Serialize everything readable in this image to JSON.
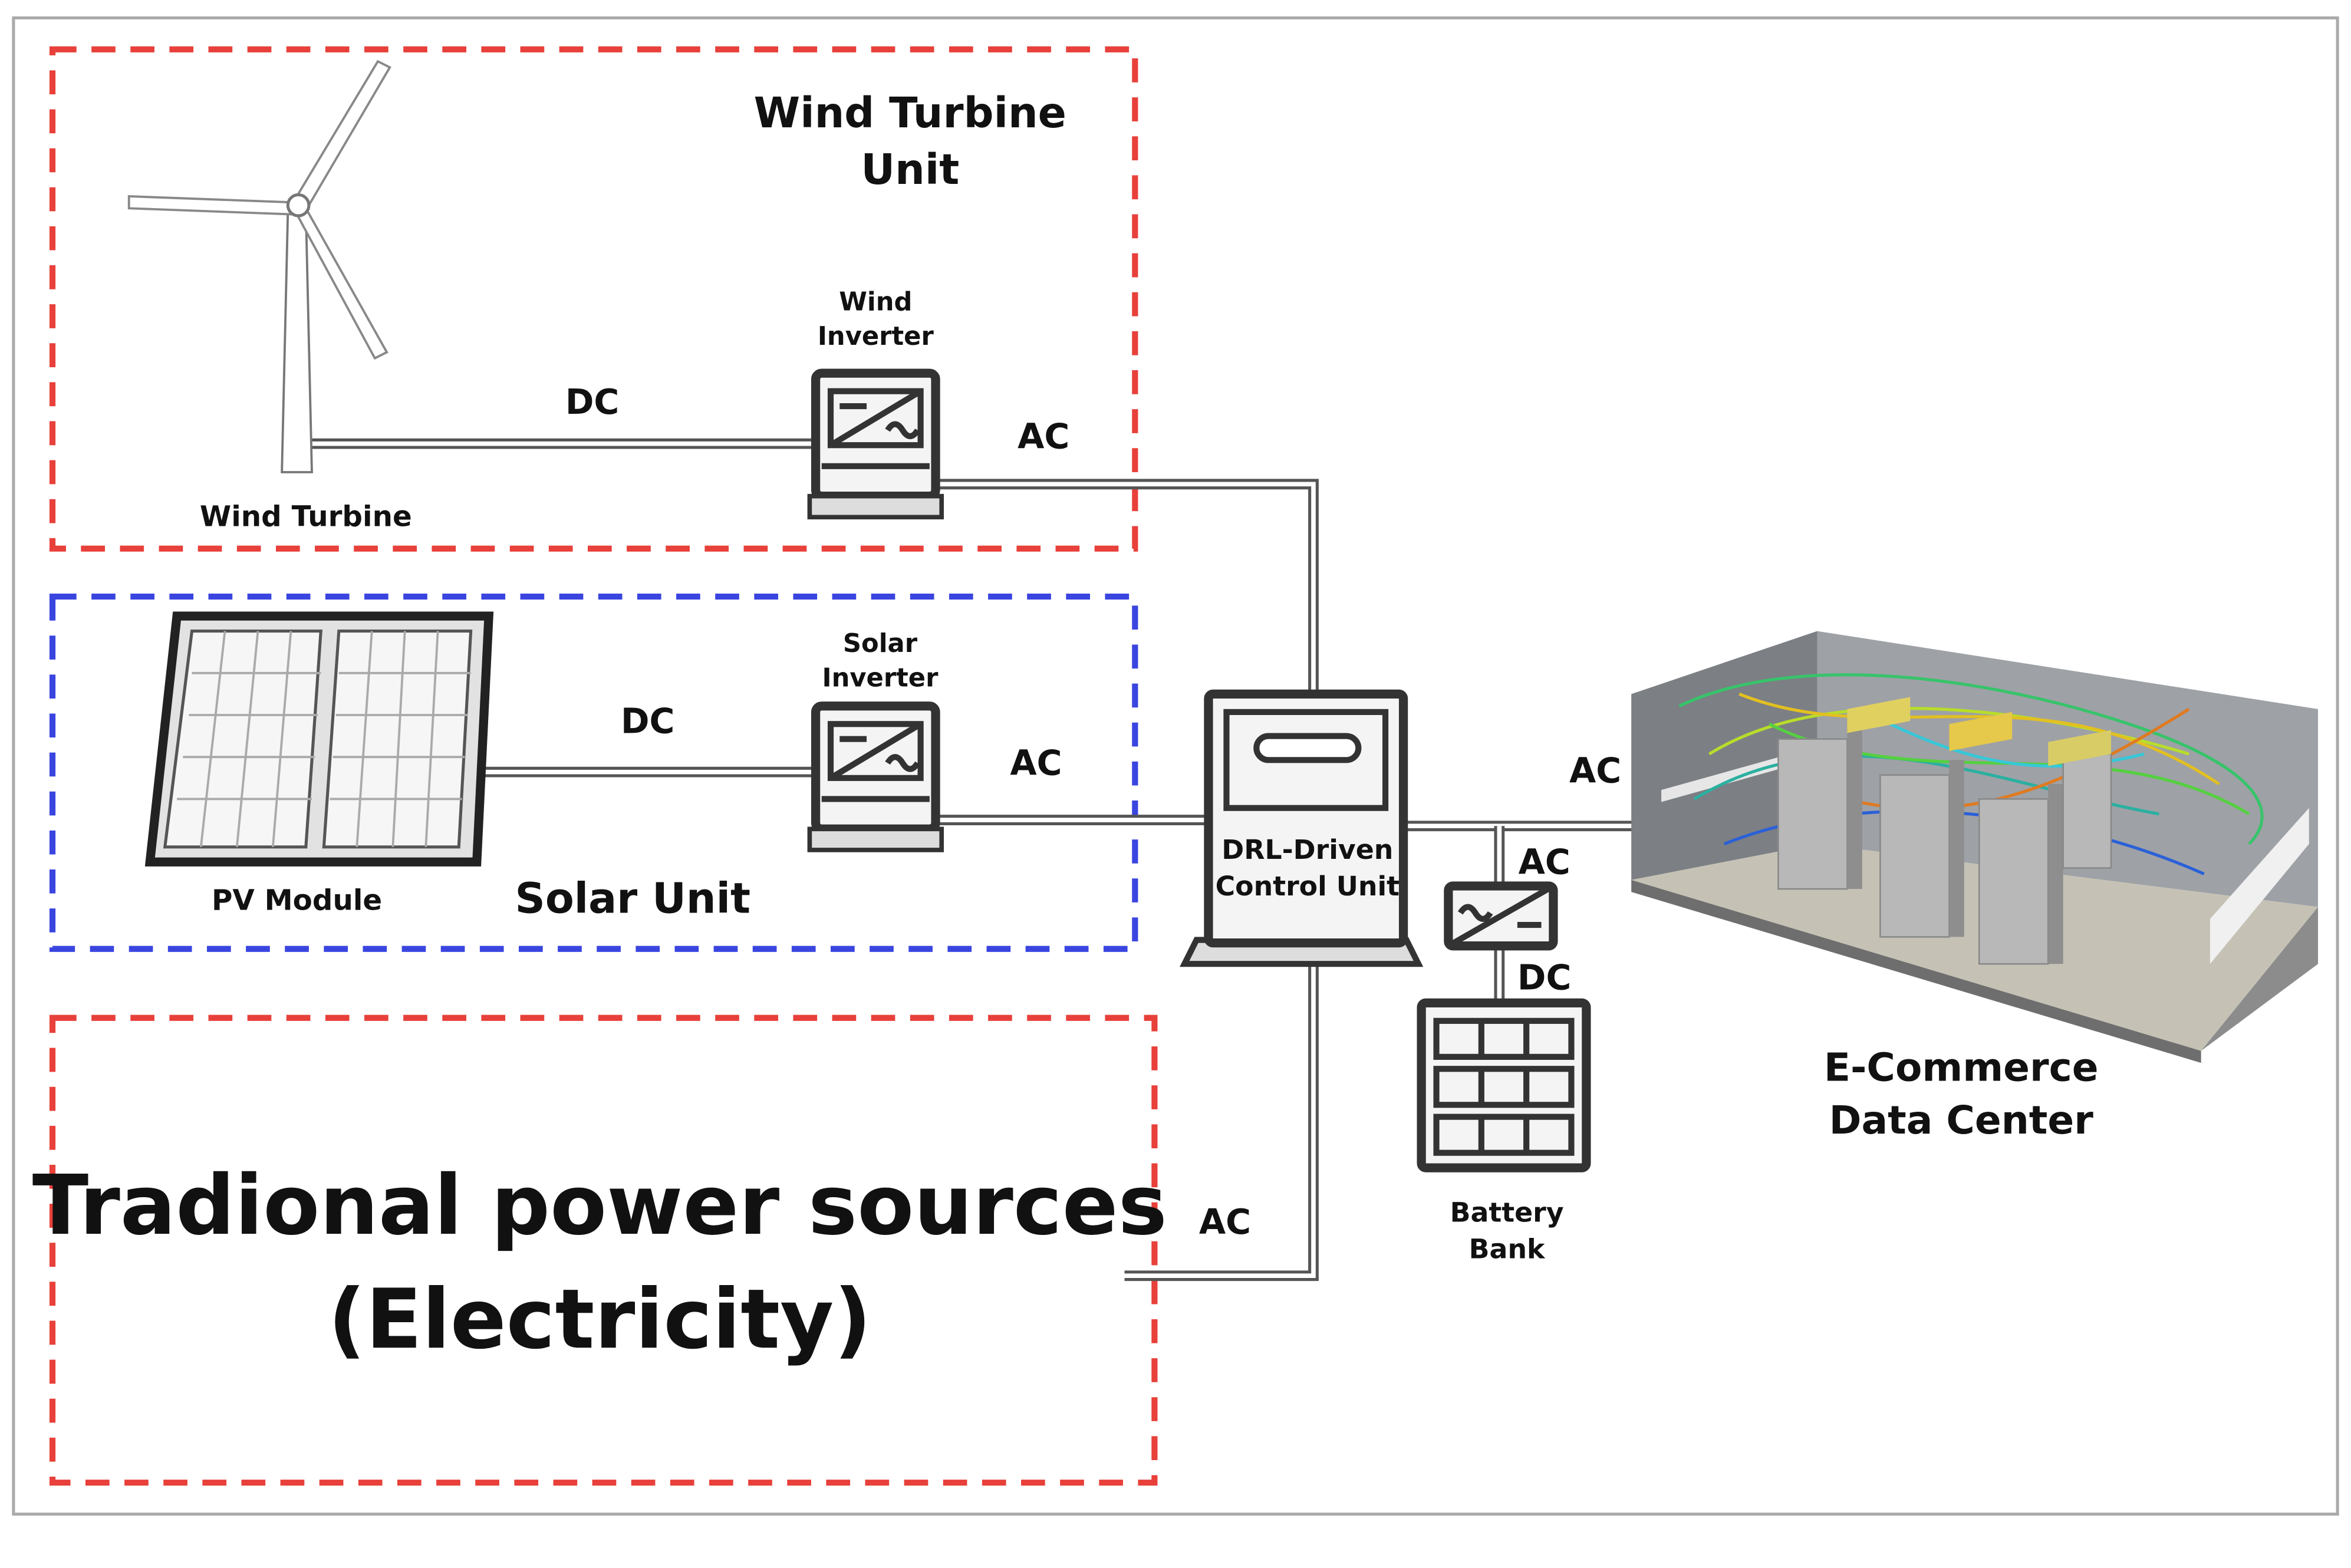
{
  "groups": {
    "wind_unit": "Wind Turbine\nUnit",
    "solar_unit": "Solar Unit",
    "traditional_line1": "Tradional power sources",
    "traditional_line2": "(Electricity)"
  },
  "components": {
    "wind_turbine": "Wind Turbine",
    "wind_inverter": "Wind\nInverter",
    "pv_module": "PV Module",
    "solar_inverter": "Solar\nInverter",
    "control_unit": "DRL-Driven\nControl Unit",
    "battery_bank": "Battery\nBank",
    "data_center": "E-Commerce\nData Center"
  },
  "links": {
    "turbine_to_inverter": "DC",
    "wind_inverter_out": "AC",
    "pv_to_inverter": "DC",
    "solar_inverter_out": "AC",
    "control_to_datacenter": "AC",
    "control_to_battery_inverter": "AC",
    "battery_inverter_to_battery": "DC",
    "traditional_to_control": "AC"
  },
  "colors": {
    "wind_border": "#e8403a",
    "solar_border": "#3a45e0",
    "traditional_border": "#e8403a"
  }
}
